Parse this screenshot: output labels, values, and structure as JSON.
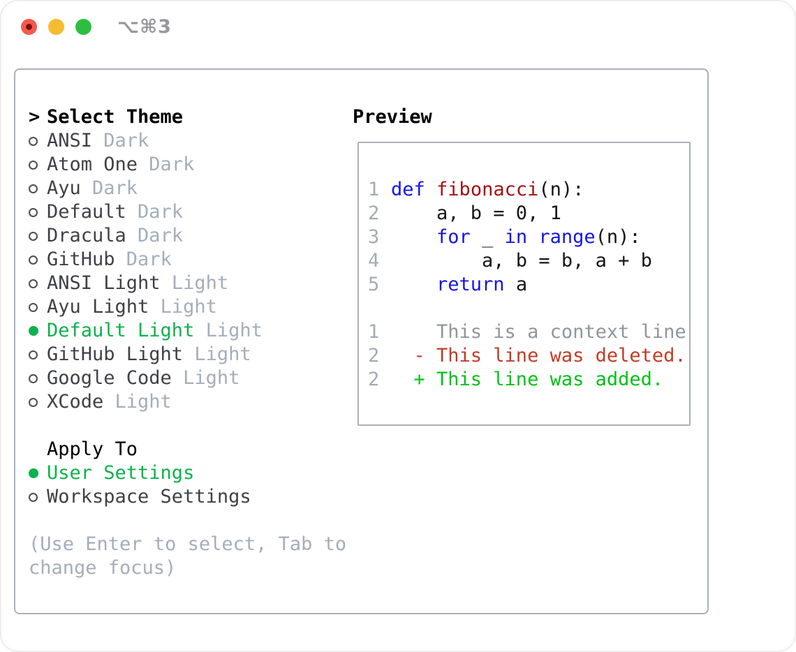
{
  "window": {
    "title_shortcut": "⌥⌘3",
    "has_unsaved_dot": true
  },
  "traffic_lights": {
    "close_color": "#f4594f",
    "close_dot_color": "#7d120c",
    "minimize_color": "#f7bb32",
    "zoom_color": "#2dbe41"
  },
  "theme_selector": {
    "prompt": ">",
    "header": "Select Theme",
    "items": [
      {
        "name": "ANSI",
        "variant": "Dark",
        "selected": false
      },
      {
        "name": "Atom One",
        "variant": "Dark",
        "selected": false
      },
      {
        "name": "Ayu",
        "variant": "Dark",
        "selected": false
      },
      {
        "name": "Default",
        "variant": "Dark",
        "selected": false
      },
      {
        "name": "Dracula",
        "variant": "Dark",
        "selected": false
      },
      {
        "name": "GitHub",
        "variant": "Dark",
        "selected": false
      },
      {
        "name": "ANSI Light",
        "variant": "Light",
        "selected": false
      },
      {
        "name": "Ayu Light",
        "variant": "Light",
        "selected": false
      },
      {
        "name": "Default Light",
        "variant": "Light",
        "selected": true
      },
      {
        "name": "GitHub Light",
        "variant": "Light",
        "selected": false
      },
      {
        "name": "Google Code",
        "variant": "Light",
        "selected": false
      },
      {
        "name": "XCode",
        "variant": "Light",
        "selected": false
      }
    ]
  },
  "apply_to": {
    "header": "Apply To",
    "options": [
      {
        "label": "User Settings",
        "selected": true
      },
      {
        "label": "Workspace Settings",
        "selected": false
      }
    ]
  },
  "hint": "(Use Enter to select, Tab to change focus)",
  "preview": {
    "header": "Preview",
    "lines": [
      {
        "num": "1",
        "tokens": [
          {
            "k": "kw",
            "t": "def"
          },
          {
            "k": "plain",
            "t": " "
          },
          {
            "k": "fn",
            "t": "fibonacci"
          },
          {
            "k": "plain",
            "t": "(n):"
          }
        ]
      },
      {
        "num": "2",
        "tokens": [
          {
            "k": "plain",
            "t": "    a, b = 0, 1"
          }
        ]
      },
      {
        "num": "3",
        "tokens": [
          {
            "k": "plain",
            "t": "    "
          },
          {
            "k": "kw",
            "t": "for"
          },
          {
            "k": "plain",
            "t": " _ "
          },
          {
            "k": "kw",
            "t": "in"
          },
          {
            "k": "plain",
            "t": " "
          },
          {
            "k": "kw",
            "t": "range"
          },
          {
            "k": "plain",
            "t": "(n):"
          }
        ]
      },
      {
        "num": "4",
        "tokens": [
          {
            "k": "plain",
            "t": "        a, b = b, a + b"
          }
        ]
      },
      {
        "num": "5",
        "tokens": [
          {
            "k": "plain",
            "t": "    "
          },
          {
            "k": "kw",
            "t": "return"
          },
          {
            "k": "plain",
            "t": " a"
          }
        ]
      },
      {
        "num": "",
        "tokens": []
      },
      {
        "num": "1",
        "tokens": [
          {
            "k": "ctx",
            "t": "    This is a context line."
          }
        ]
      },
      {
        "num": "2",
        "tokens": [
          {
            "k": "del",
            "t": "  - This line was deleted."
          }
        ]
      },
      {
        "num": "2",
        "tokens": [
          {
            "k": "add",
            "t": "  + This line was added."
          }
        ]
      }
    ]
  },
  "colors": {
    "selection_green": "#0db24c",
    "diff_added_green": "#00c213",
    "diff_deleted_red": "#c33b22",
    "keyword_blue": "#1515e8",
    "function_red": "#a31212",
    "muted_gray": "#a4aebb",
    "line_number_gray": "#a3abb6",
    "panel_border_gray": "#a9b1bb"
  }
}
